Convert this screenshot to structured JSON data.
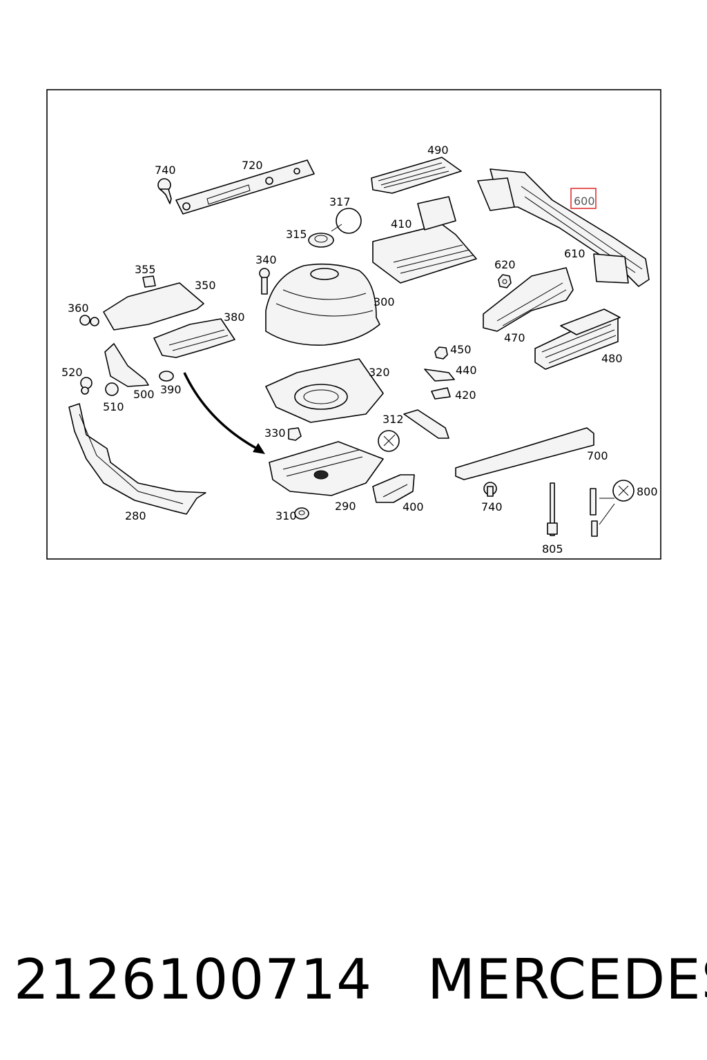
{
  "diagram": {
    "labels": {
      "l280": "280",
      "l290": "290",
      "l300": "300",
      "l310": "310",
      "l312": "312",
      "l315": "315",
      "l317": "317",
      "l320": "320",
      "l330": "330",
      "l340": "340",
      "l350": "350",
      "l355": "355",
      "l360": "360",
      "l380": "380",
      "l390": "390",
      "l400": "400",
      "l410": "410",
      "l420": "420",
      "l440": "440",
      "l450": "450",
      "l470": "470",
      "l480": "480",
      "l490": "490",
      "l500": "500",
      "l510": "510",
      "l520": "520",
      "l600": "600",
      "l610": "610",
      "l620": "620",
      "l700": "700",
      "l720": "720",
      "l740a": "740",
      "l740b": "740",
      "l800": "800",
      "l805": "805"
    },
    "highlight_color": "#e03030"
  },
  "footer": {
    "part_number": "2126100714",
    "brand": "MERCEDES"
  }
}
